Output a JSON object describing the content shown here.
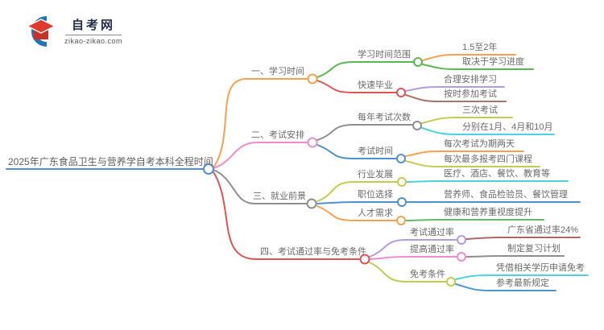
{
  "logo": {
    "site_name": "自考网",
    "site_url": "zikao-zikao.com"
  },
  "palette": {
    "root_blue": "#4e90d8",
    "orange": "#f7a14e",
    "green": "#57b94f",
    "red": "#e05454",
    "pink": "#f08ccd",
    "gray": "#8f8f8f",
    "purple": "#b29be0",
    "brown": "#a8756a",
    "cyan": "#4ed2e2",
    "yellow_green": "#c2cc4e",
    "blue": "#4e90d8",
    "dark_red": "#aa6a62",
    "light_green": "#63bb6a",
    "steel_blue": "#4b96cc",
    "logo_blue": "#2273b8",
    "logo_red": "#e0392e"
  },
  "mindmap": {
    "root": {
      "label": "2025年广东食品卫生与营养学自考本科全程时间"
    },
    "branches": [
      {
        "label": "一、学习时间",
        "children": [
          {
            "label": "学习时间范围",
            "children": [
              {
                "label": "1.5至2年"
              },
              {
                "label": "取决于学习进度"
              }
            ]
          },
          {
            "label": "快速毕业",
            "children": [
              {
                "label": "合理安排学习"
              },
              {
                "label": "按时参加考试"
              }
            ]
          }
        ]
      },
      {
        "label": "二、考试安排",
        "children": [
          {
            "label": "每年考试次数",
            "children": [
              {
                "label": "三次考试"
              },
              {
                "label": "分别在1月、4月和10月"
              }
            ]
          },
          {
            "label": "考试时间",
            "children": [
              {
                "label": "每次考试为期两天"
              },
              {
                "label": "每次最多报考四门课程"
              }
            ]
          }
        ]
      },
      {
        "label": "三、就业前景",
        "children": [
          {
            "label": "行业发展",
            "children": [
              {
                "label": "医疗、酒店、餐饮、教育等"
              }
            ]
          },
          {
            "label": "职位选择",
            "children": [
              {
                "label": "营养师、食品检验员、餐饮管理"
              }
            ]
          },
          {
            "label": "人才需求",
            "children": [
              {
                "label": "健康和营养重视度提升"
              }
            ]
          }
        ]
      },
      {
        "label": "四、考试通过率与免考条件",
        "children": [
          {
            "label": "考试通过率",
            "children": [
              {
                "label": "广东省通过率24%"
              }
            ]
          },
          {
            "label": "提高通过率",
            "children": [
              {
                "label": "制定复习计划"
              }
            ]
          },
          {
            "label": "免考条件",
            "children": [
              {
                "label": "凭借相关学历申请免考"
              },
              {
                "label": "参考最新规定"
              }
            ]
          }
        ]
      }
    ]
  }
}
